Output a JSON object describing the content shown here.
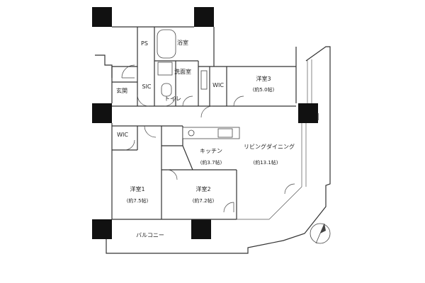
{
  "rooms": {
    "ps": {
      "label": "PS"
    },
    "bath": {
      "label": "浴室"
    },
    "washroom": {
      "label": "洗面室"
    },
    "entrance": {
      "label": "玄関"
    },
    "storage": {
      "label": "SIC"
    },
    "toilet": {
      "label": "トイレ"
    },
    "wic_north": {
      "label": "WIC"
    },
    "wic_west": {
      "label": "WIC"
    },
    "bedroom3": {
      "label": "洋室3",
      "area": "(約5.0帖)"
    },
    "kitchen": {
      "label": "キッチン",
      "area": "(約3.7帖)"
    },
    "living": {
      "label": "リビングダイニング",
      "area": "(約13.1帖)"
    },
    "bedroom1": {
      "label": "洋室1",
      "area": "(約7.5帖)"
    },
    "bedroom2": {
      "label": "洋室2",
      "area": "(約7.2帖)"
    },
    "balcony": {
      "label": "バルコニー"
    }
  },
  "compass": {
    "icon": "north-arrow-icon"
  }
}
